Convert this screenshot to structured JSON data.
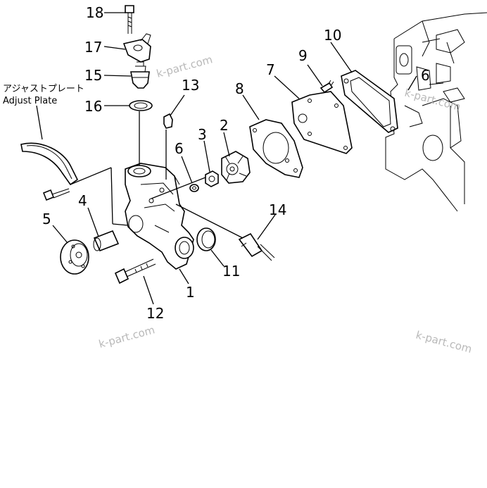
{
  "callouts": [
    {
      "id": "18",
      "text": "18"
    },
    {
      "id": "17",
      "text": "17"
    },
    {
      "id": "15",
      "text": "15"
    },
    {
      "id": "16",
      "text": "16"
    },
    {
      "id": "13",
      "text": "13"
    },
    {
      "id": "10",
      "text": "10"
    },
    {
      "id": "9",
      "text": "9"
    },
    {
      "id": "7",
      "text": "7"
    },
    {
      "id": "8",
      "text": "8"
    },
    {
      "id": "6a",
      "text": "6"
    },
    {
      "id": "3",
      "text": "3"
    },
    {
      "id": "2",
      "text": "2"
    },
    {
      "id": "4",
      "text": "4"
    },
    {
      "id": "5",
      "text": "5"
    },
    {
      "id": "14",
      "text": "14"
    },
    {
      "id": "11",
      "text": "11"
    },
    {
      "id": "1",
      "text": "1"
    },
    {
      "id": "12",
      "text": "12"
    },
    {
      "id": "6b",
      "text": "6"
    }
  ],
  "label_adjust_plate_jp": "アジャストプレート",
  "label_adjust_plate_en": "Adjust  Plate",
  "watermark": "k-part.com"
}
